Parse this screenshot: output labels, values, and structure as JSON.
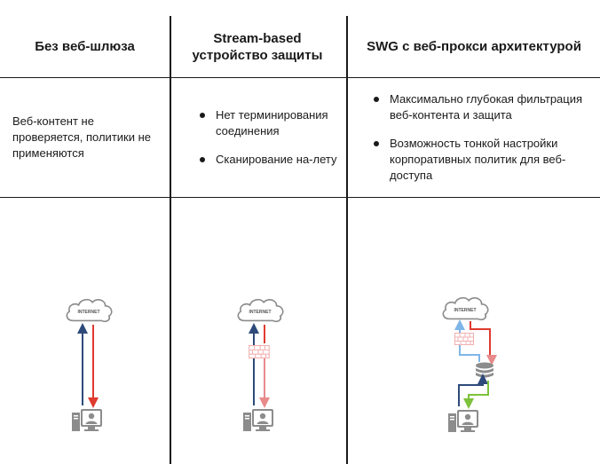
{
  "columns": [
    {
      "heading": "Без веб-шлюза",
      "description": "Веб-контент не проверяется, политики не применяются",
      "bullets": []
    },
    {
      "heading": "Stream-based устройство защиты",
      "description": "",
      "bullets": [
        "Нет терминирования соединения",
        "Сканирование на-лету"
      ]
    },
    {
      "heading": "SWG с веб-прокси архитектурой",
      "description": "",
      "bullets": [
        "Максимально глубокая фильтрация веб-контента и защита",
        "Возможность тонкой настройки корпоративных политик для веб-доступа"
      ]
    }
  ],
  "cloud_label": "INTERNET",
  "colors": {
    "outbound": "#2e4a7a",
    "inbound": "#e03a2f",
    "inbound_filtered": "#e88a8a",
    "outbound_light": "#7fb6e8",
    "clean": "#7cc23c",
    "icon_gray": "#8c8c8c",
    "firewall_red": "#f2b0b0"
  },
  "icons": [
    "cloud-icon",
    "user-workstation-icon",
    "firewall-icon",
    "database-icon"
  ]
}
